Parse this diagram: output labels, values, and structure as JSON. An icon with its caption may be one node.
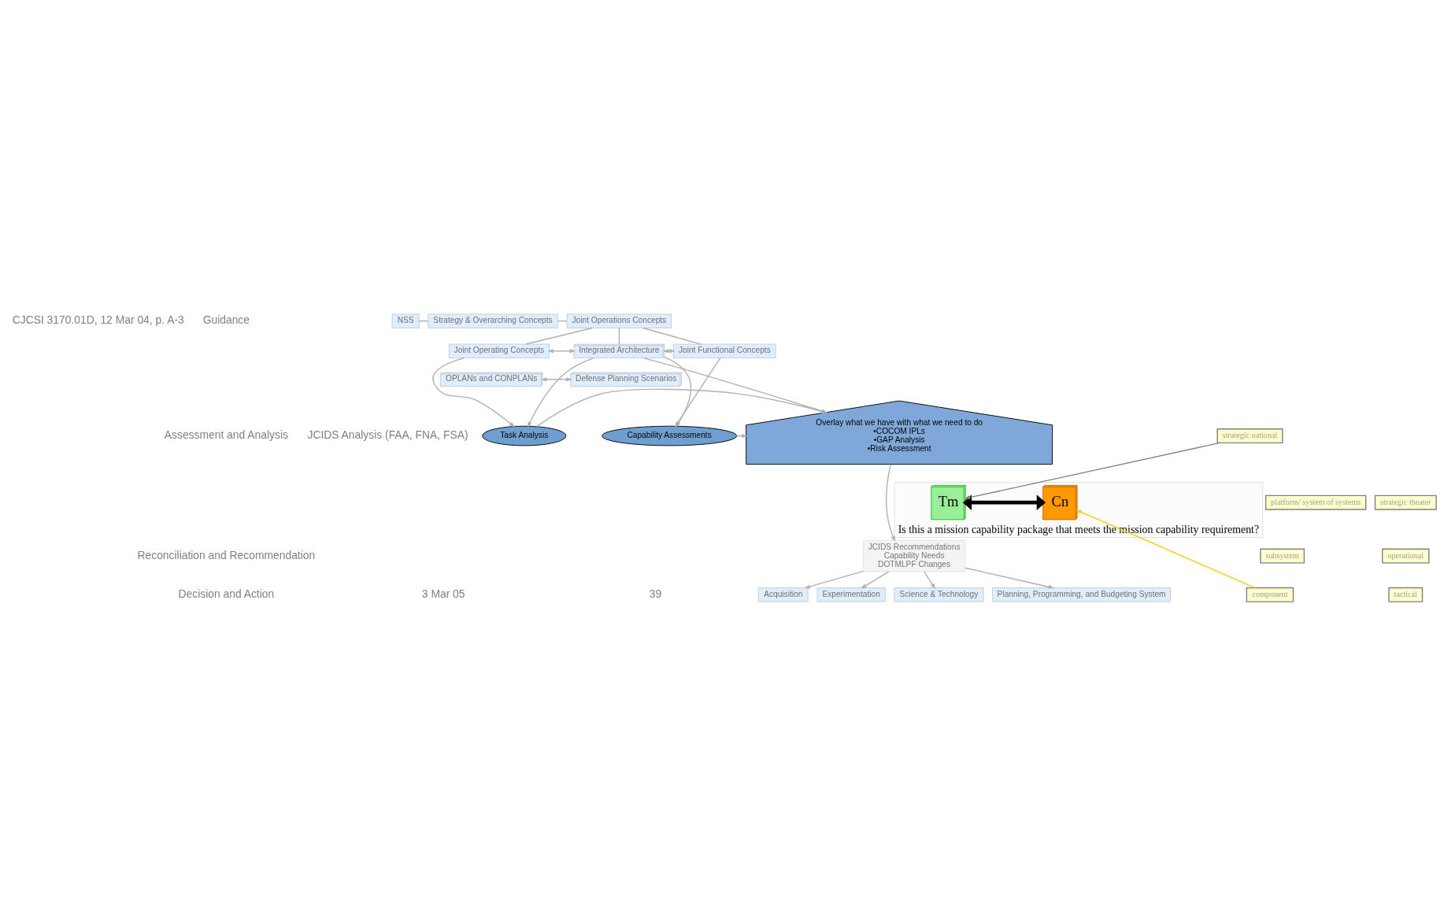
{
  "diagram": {
    "nodes": [
      {
        "text": [
          "NSS"
        ]
      },
      {
        "text": [
          "Strategy & Overarching Concepts"
        ]
      },
      {
        "text": [
          "Joint Operations Concepts"
        ]
      },
      {
        "text": [
          "Joint Operating Concepts"
        ]
      },
      {
        "text": [
          "Integrated Architecture"
        ]
      },
      {
        "text": [
          "Joint Functional Concepts"
        ]
      },
      {
        "text": [
          "OPLANs and CONPLANs"
        ]
      },
      {
        "text": [
          "Defense Planning Scenarios"
        ]
      },
      {
        "text": [
          "Task Analysis"
        ]
      },
      {
        "text": [
          "Overlay what we have with what we need to do",
          "•COCOM IPLs",
          "•GAP Analysis",
          "•Risk Assessment"
        ]
      },
      {
        "text": [
          "Capability Assessments"
        ]
      },
      {
        "text": [
          "JCIDS Recommendations",
          "Capability Needs",
          "DOTMLPF Changes"
        ]
      },
      {
        "text": [
          "Science & Technology"
        ]
      },
      {
        "text": [
          "Planning, Programming, and Budgeting System"
        ]
      },
      {
        "text": [
          "Acquisition"
        ]
      },
      {
        "text": [
          "Experimentation"
        ]
      },
      {
        "text": [
          "Is this a mission capability package that meets the mission capability requirement?"
        ]
      },
      {
        "text": [
          "Tm"
        ],
        "in": 16
      },
      {
        "text": [
          "Cn"
        ],
        "in": 16
      },
      {
        "text": [
          "strategic national"
        ]
      },
      {
        "text": [
          "strategic theater"
        ]
      },
      {
        "text": [
          "operational"
        ]
      },
      {
        "text": [
          "tactical"
        ]
      },
      {
        "text": [
          "platform/ system of systems"
        ]
      },
      {
        "text": [
          "subsystem"
        ]
      },
      {
        "text": [
          "component"
        ]
      }
    ],
    "edges": [
      {
        "from": 0,
        "to": 1,
        "arrow": "none"
      },
      {
        "from": 1,
        "to": 2,
        "arrow": "none"
      },
      {
        "from": 2,
        "to": 3,
        "arrow": "none"
      },
      {
        "from": 2,
        "to": 4,
        "arrow": "none"
      },
      {
        "from": 2,
        "to": 5,
        "arrow": "none"
      },
      {
        "from": 3,
        "to": 4,
        "arrow": "both"
      },
      {
        "from": 4,
        "to": 5,
        "arrow": "both"
      },
      {
        "from": 6,
        "to": 7,
        "arrow": "both"
      },
      {
        "from": 3,
        "to": 8,
        "arrow": "to"
      },
      {
        "from": 4,
        "to": 8,
        "arrow": "to"
      },
      {
        "from": 4,
        "to": 9,
        "arrow": "to"
      },
      {
        "from": 4,
        "to": 10,
        "arrow": "to"
      },
      {
        "from": 5,
        "to": 10,
        "arrow": "to"
      },
      {
        "from": 8,
        "to": 9,
        "arrow": "to"
      },
      {
        "from": 10,
        "to": 9,
        "arrow": "to"
      },
      {
        "from": 9,
        "to": 11,
        "arrow": "to"
      },
      {
        "from": 11,
        "to": 12,
        "arrow": "to"
      },
      {
        "from": 11,
        "to": 13,
        "arrow": "to"
      },
      {
        "from": 11,
        "to": 14,
        "arrow": "to"
      },
      {
        "from": 11,
        "to": 15,
        "arrow": "to"
      },
      {
        "from": 17,
        "to": 18,
        "arrow": "both",
        "style": "thick",
        "color": "#000000"
      },
      {
        "from": 19,
        "to": 17,
        "arrow": "to",
        "color": "#808080"
      },
      {
        "from": 25,
        "to": 18,
        "arrow": "to",
        "color": "#ffcc00"
      }
    ],
    "labels": [
      "CJCSI 3170.01D, 12 Mar 04, p. A-3",
      "Guidance",
      "Assessment and Analysis",
      "JCIDS Analysis (FAA, FNA, FSA)",
      "Reconciliation and Recommendation",
      "Decision and Action",
      "3 Mar 05",
      "39"
    ]
  }
}
